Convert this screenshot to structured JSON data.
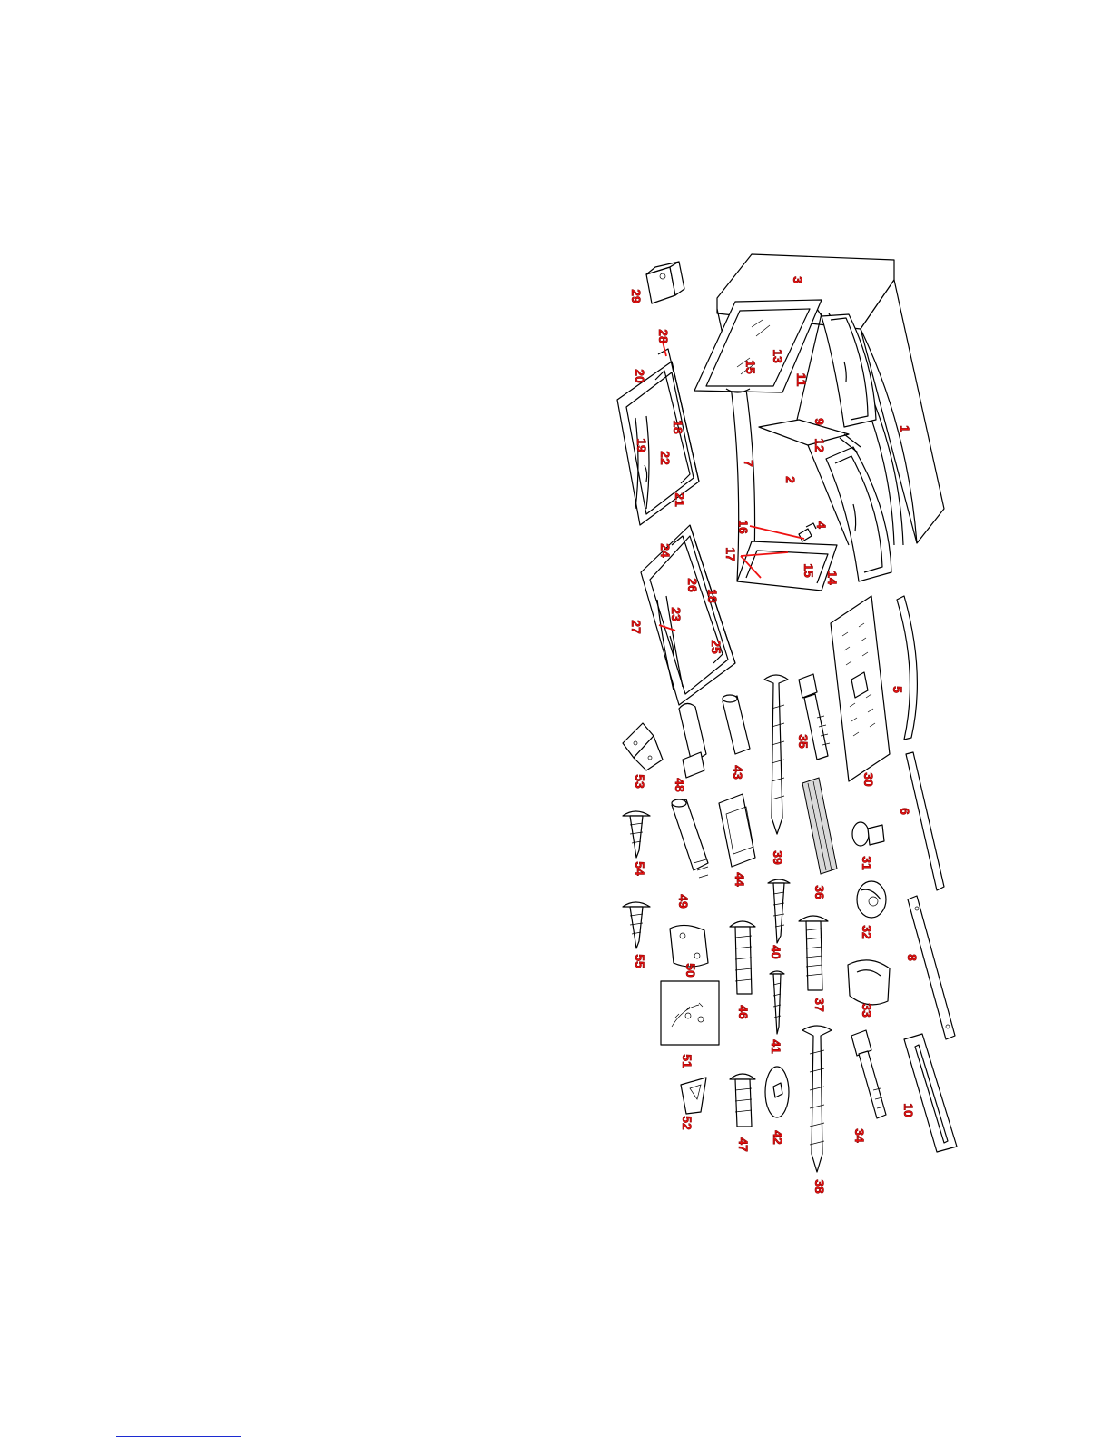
{
  "diagram": {
    "part_numbers": [
      "1",
      "2",
      "3",
      "4",
      "5",
      "6",
      "7",
      "8",
      "9",
      "10",
      "11",
      "12",
      "13",
      "14",
      "15",
      "15",
      "16",
      "17",
      "18",
      "18",
      "19",
      "20",
      "21",
      "22",
      "23",
      "24",
      "25",
      "26",
      "27",
      "28",
      "29",
      "30",
      "31",
      "32",
      "33",
      "34",
      "35",
      "36",
      "37",
      "38",
      "39",
      "40",
      "41",
      "42",
      "43",
      "44",
      "46",
      "47",
      "48",
      "49",
      "50",
      "51",
      "52",
      "53",
      "54",
      "55"
    ]
  },
  "colors": {
    "callout": "#ee1111",
    "line": "#000000",
    "footer_rule": "#1c2bd1"
  }
}
